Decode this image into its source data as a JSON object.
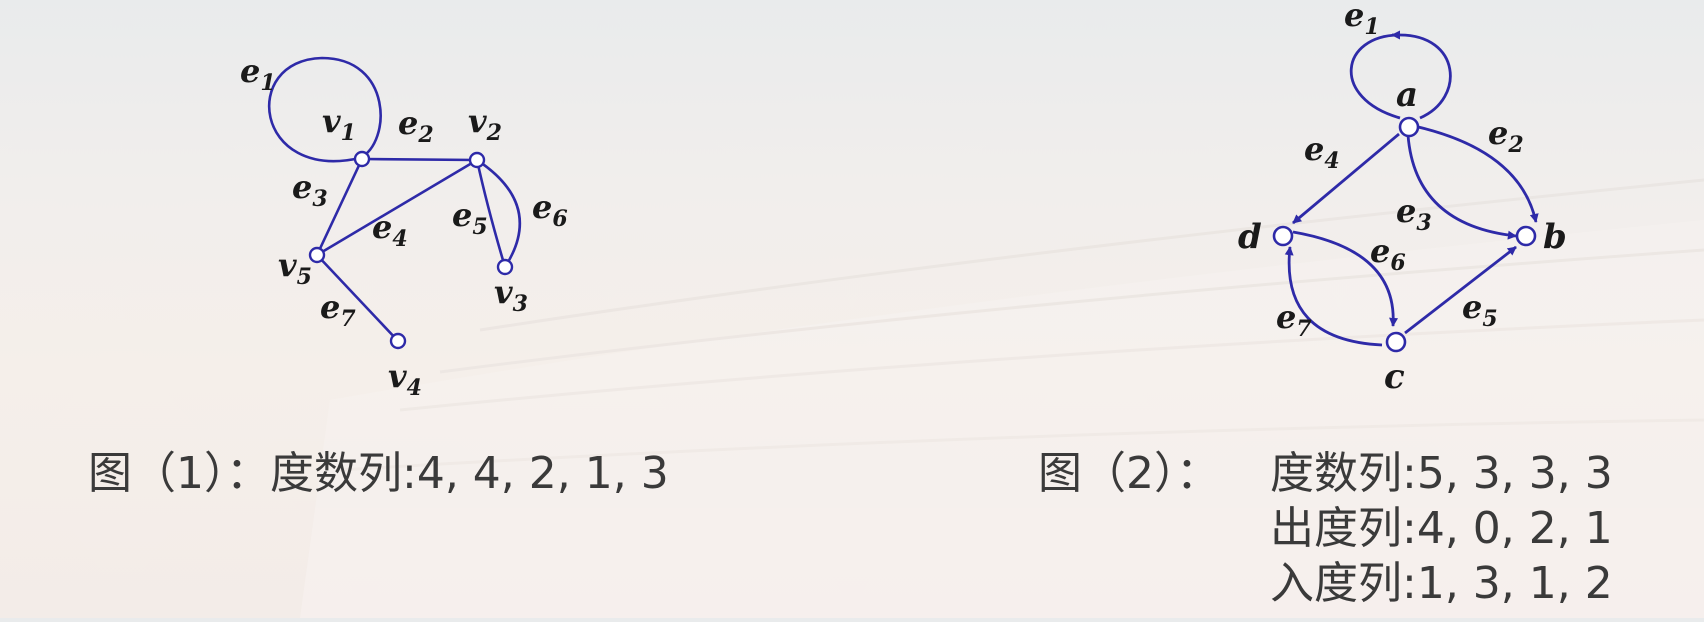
{
  "colors": {
    "edge": "#2e2aa8",
    "label": "#1a1a1a",
    "text": "#3a3a3a",
    "node_fill": "#ffffff"
  },
  "graph1": {
    "vertices": [
      {
        "id": "v1",
        "name": "v",
        "sub": "1"
      },
      {
        "id": "v2",
        "name": "v",
        "sub": "2"
      },
      {
        "id": "v3",
        "name": "v",
        "sub": "3"
      },
      {
        "id": "v4",
        "name": "v",
        "sub": "4"
      },
      {
        "id": "v5",
        "name": "v",
        "sub": "5"
      }
    ],
    "edges": [
      {
        "id": "e1",
        "name": "e",
        "sub": "1",
        "from": "v1",
        "to": "v1"
      },
      {
        "id": "e2",
        "name": "e",
        "sub": "2",
        "from": "v1",
        "to": "v2"
      },
      {
        "id": "e3",
        "name": "e",
        "sub": "3",
        "from": "v1",
        "to": "v5"
      },
      {
        "id": "e4",
        "name": "e",
        "sub": "4",
        "from": "v2",
        "to": "v5"
      },
      {
        "id": "e5",
        "name": "e",
        "sub": "5",
        "from": "v2",
        "to": "v3"
      },
      {
        "id": "e6",
        "name": "e",
        "sub": "6",
        "from": "v2",
        "to": "v3"
      },
      {
        "id": "e7",
        "name": "e",
        "sub": "7",
        "from": "v5",
        "to": "v4"
      }
    ]
  },
  "graph2": {
    "vertices": [
      {
        "id": "a",
        "name": "a"
      },
      {
        "id": "b",
        "name": "b"
      },
      {
        "id": "c",
        "name": "c"
      },
      {
        "id": "d",
        "name": "d"
      }
    ],
    "edges": [
      {
        "id": "e1",
        "name": "e",
        "sub": "1",
        "from": "a",
        "to": "a"
      },
      {
        "id": "e2",
        "name": "e",
        "sub": "2",
        "from": "a",
        "to": "b"
      },
      {
        "id": "e3",
        "name": "e",
        "sub": "3",
        "from": "a",
        "to": "b"
      },
      {
        "id": "e4",
        "name": "e",
        "sub": "4",
        "from": "a",
        "to": "d"
      },
      {
        "id": "e5",
        "name": "e",
        "sub": "5",
        "from": "c",
        "to": "b"
      },
      {
        "id": "e6",
        "name": "e",
        "sub": "6",
        "from": "d",
        "to": "c"
      },
      {
        "id": "e7",
        "name": "e",
        "sub": "7",
        "from": "c",
        "to": "d"
      }
    ]
  },
  "captions": {
    "fig1": {
      "prefix": "图（1）：",
      "row_label": "度数列",
      "values": ":4, 4, 2, 1, 3"
    },
    "fig2": {
      "prefix": "图（2）：",
      "rows": [
        {
          "label": "度数列",
          "values": ":5, 3, 3, 3"
        },
        {
          "label": "出度列",
          "values": ":4, 0, 2, 1"
        },
        {
          "label": "入度列",
          "values": ":1, 3, 1, 2"
        }
      ]
    }
  }
}
